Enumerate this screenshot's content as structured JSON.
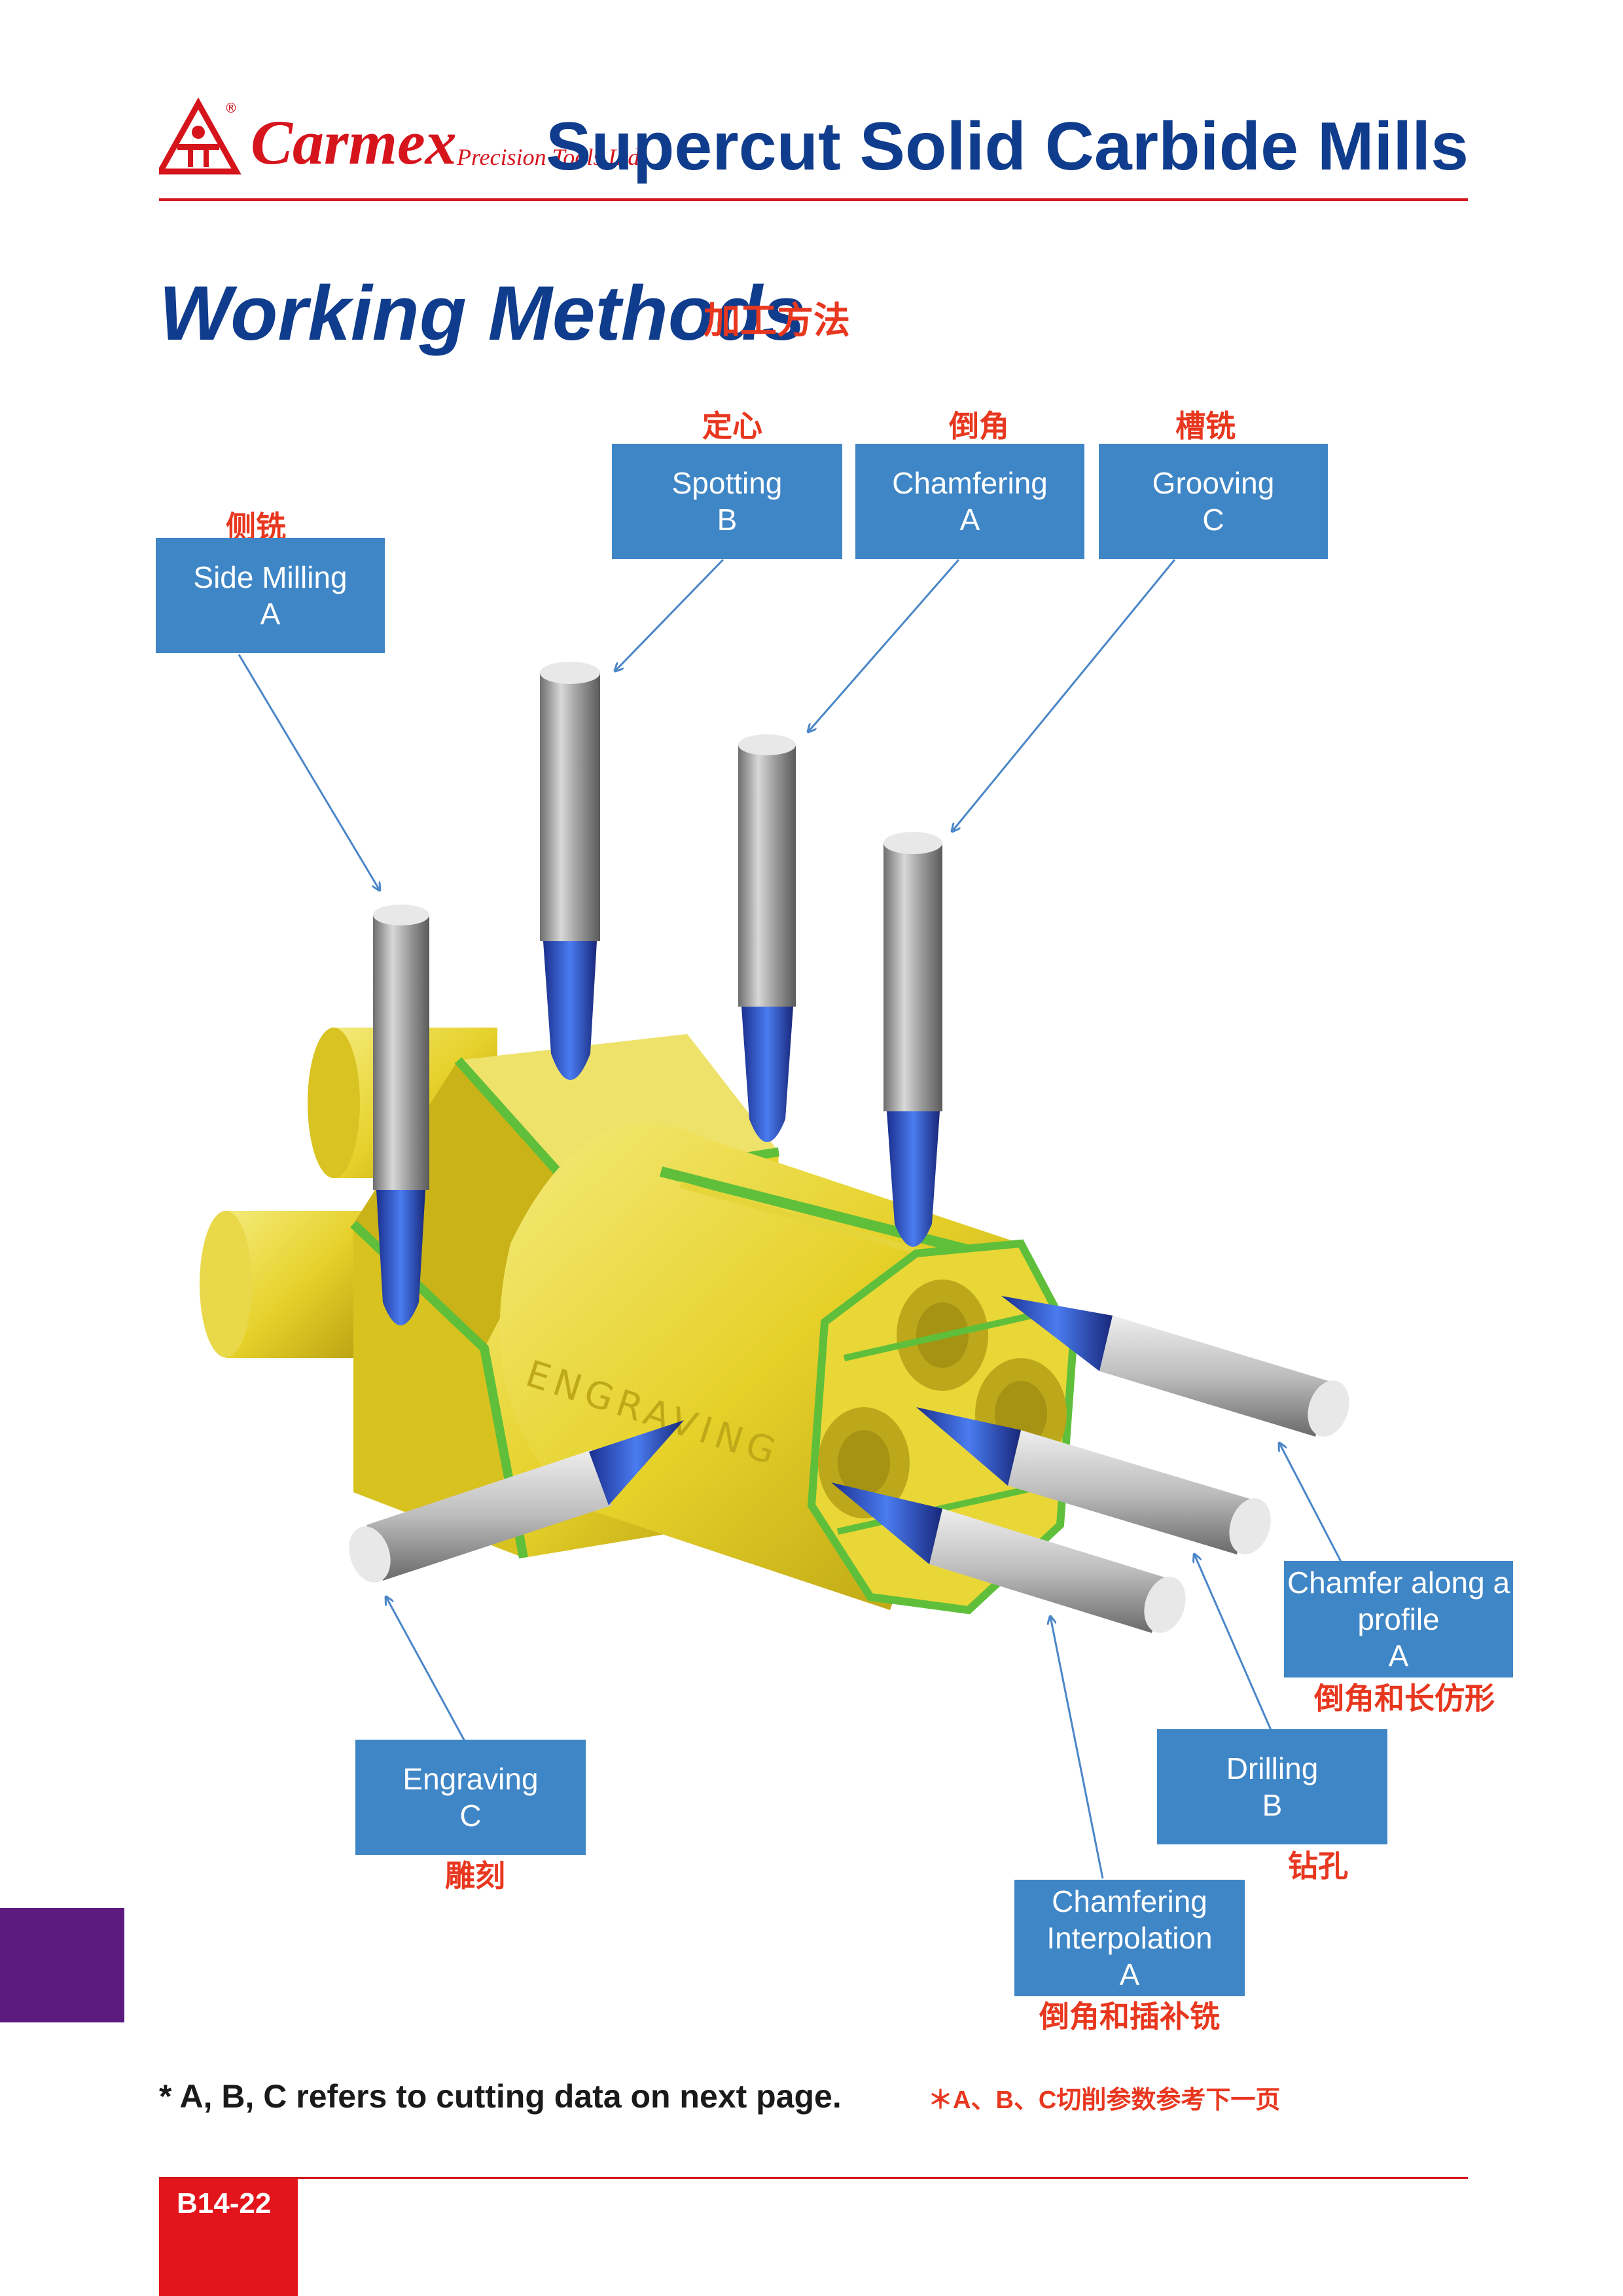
{
  "brand": {
    "name": "Carmex",
    "tagline": "Precision Tools Ltd.",
    "registered_mark": "®",
    "color": "#d6141c"
  },
  "header": {
    "title": "Supercut Solid Carbide Mills"
  },
  "section": {
    "title": "Working Methods",
    "title_cn": "加工方法"
  },
  "callouts": [
    {
      "id": "side-milling",
      "label": [
        "Side Milling",
        "A"
      ],
      "cn": "侧铣"
    },
    {
      "id": "spotting",
      "label": [
        "Spotting",
        "B"
      ],
      "cn": "定心"
    },
    {
      "id": "chamfering",
      "label": [
        "Chamfering",
        "A"
      ],
      "cn": "倒角"
    },
    {
      "id": "grooving",
      "label": [
        "Grooving",
        "C"
      ],
      "cn": "槽铣"
    },
    {
      "id": "chamfer-profile",
      "label": [
        "Chamfer along a",
        "profile",
        "A"
      ],
      "cn": "倒角和长仿形"
    },
    {
      "id": "drilling",
      "label": [
        "Drilling",
        "B"
      ],
      "cn": "钻孔"
    },
    {
      "id": "engraving",
      "label": [
        "Engraving",
        "C"
      ],
      "cn": "雕刻"
    },
    {
      "id": "chamfer-interp",
      "label": [
        "Chamfering",
        "Interpolation",
        "A"
      ],
      "cn": "倒角和插补铣"
    }
  ],
  "illustration": {
    "engraved_text": "ENGRAVING"
  },
  "footnote": {
    "text": "* A, B, C refers to cutting data on next page.",
    "text_cn": "＊A、B、C切削参数参考下一页"
  },
  "footer": {
    "page_number": "B14-22"
  },
  "colors": {
    "title_blue": "#0f3c8c",
    "callout_blue": "#3f86c6",
    "cn_red": "#e8371f",
    "side_tab_purple": "#5c1a7f",
    "workpiece_yellow": "#e6d12a",
    "tool_blue": "#2b4fc4"
  }
}
